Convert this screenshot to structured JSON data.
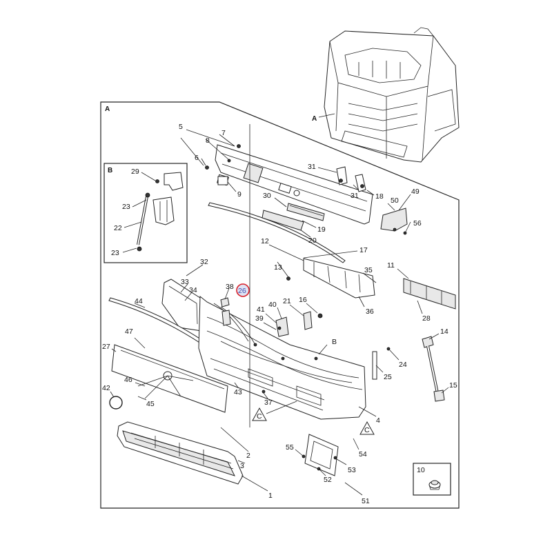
{
  "views": {
    "main": "A",
    "detail_b": "B",
    "cab_ref": "A"
  },
  "callouts": {
    "b_marker": "B",
    "c1": "C",
    "c2": "C"
  },
  "highlight": {
    "label": "26",
    "ring_color": "#d8202a",
    "fill_color": "#dfe3f3"
  },
  "part_labels": {
    "p1": "1",
    "p2": "2",
    "p3": "3",
    "p4": "4",
    "p5": "5",
    "p6": "6",
    "p7": "7",
    "p8": "8",
    "p9": "9",
    "p10": "10",
    "p11": "11",
    "p12": "12",
    "p13": "13",
    "p14": "14",
    "p15": "15",
    "p16": "16",
    "p17": "17",
    "p18": "18",
    "p19": "19",
    "p20": "20",
    "p21": "21",
    "p22": "22",
    "p23a": "23",
    "p23b": "23",
    "p24": "24",
    "p25": "25",
    "p27": "27",
    "p28": "28",
    "p29": "29",
    "p30": "30",
    "p31a": "31",
    "p31b": "31",
    "p32": "32",
    "p33": "33",
    "p34": "34",
    "p35": "35",
    "p36": "36",
    "p37": "37",
    "p38": "38",
    "p39": "39",
    "p40": "40",
    "p41": "41",
    "p42": "42",
    "p43": "43",
    "p44": "44",
    "p45": "45",
    "p46": "46",
    "p47": "47",
    "p49": "49",
    "p50": "50",
    "p51": "51",
    "p52": "52",
    "p53": "53",
    "p54": "54",
    "p55": "55",
    "p56": "56"
  }
}
